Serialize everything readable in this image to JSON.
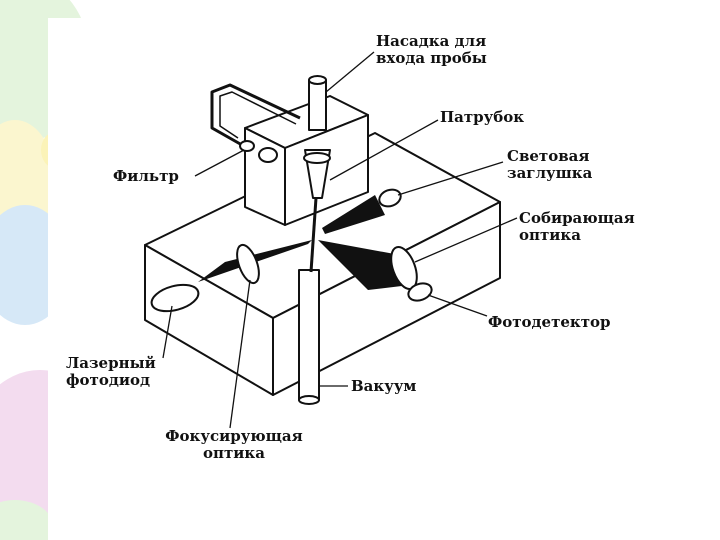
{
  "diagram": {
    "labels": {
      "probe_nozzle_line1": "Насадка для",
      "probe_nozzle_line2": "входа пробы",
      "branch_pipe": "Патрубок",
      "light_plug_line1": "Световая",
      "light_plug_line2": "заглушка",
      "filter": "Фильтр",
      "collecting_optics_line1": "Собирающая",
      "collecting_optics_line2": "оптика",
      "photodetector": "Фотодетектор",
      "laser_photodiode_line1": "Лазерный",
      "laser_photodiode_line2": "фотодиод",
      "vacuum": "Вакуум",
      "focusing_optics_line1": "Фокусирующая",
      "focusing_optics_line2": "оптика"
    }
  },
  "colors": {
    "ink": "#111111",
    "pastel_green": "#dff2d8",
    "pastel_blue": "#d3e6f7",
    "pastel_pink": "#f6dcec",
    "pastel_yellow": "#fdf7c8"
  }
}
